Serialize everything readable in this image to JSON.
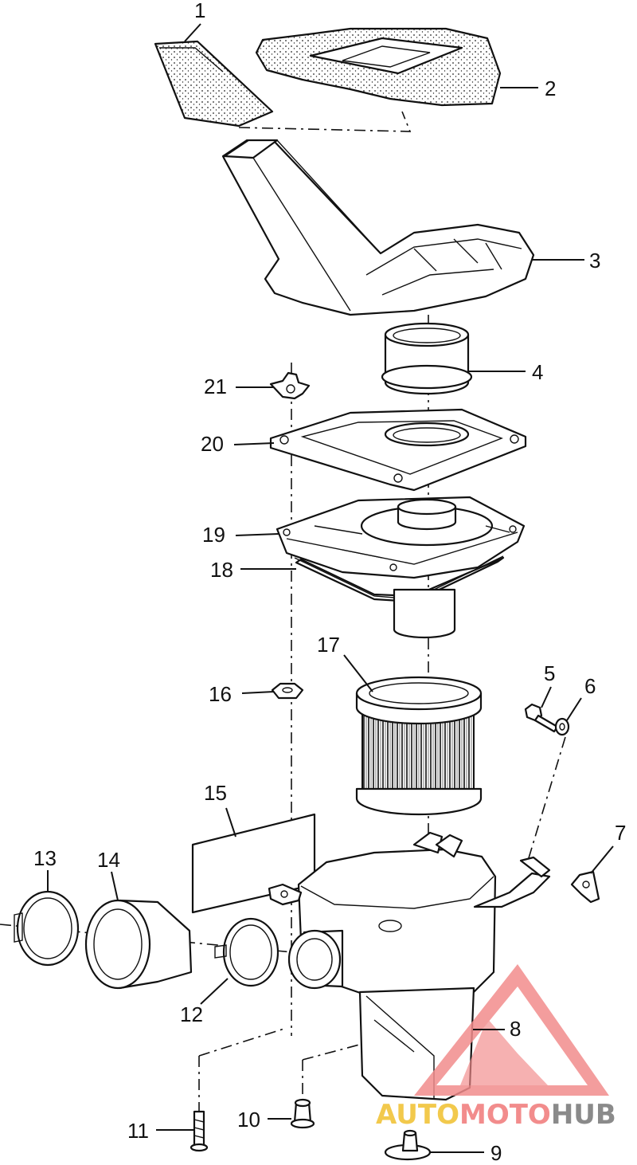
{
  "diagram": {
    "callouts": [
      {
        "id": "1",
        "label": "1"
      },
      {
        "id": "2",
        "label": "2"
      },
      {
        "id": "3",
        "label": "3"
      },
      {
        "id": "4",
        "label": "4"
      },
      {
        "id": "5",
        "label": "5"
      },
      {
        "id": "6",
        "label": "6"
      },
      {
        "id": "7",
        "label": "7"
      },
      {
        "id": "8",
        "label": "8"
      },
      {
        "id": "9",
        "label": "9"
      },
      {
        "id": "10",
        "label": "10"
      },
      {
        "id": "11",
        "label": "11"
      },
      {
        "id": "12",
        "label": "12"
      },
      {
        "id": "13",
        "label": "13"
      },
      {
        "id": "14",
        "label": "14"
      },
      {
        "id": "15",
        "label": "15"
      },
      {
        "id": "16",
        "label": "16"
      },
      {
        "id": "17",
        "label": "17"
      },
      {
        "id": "18",
        "label": "18"
      },
      {
        "id": "19",
        "label": "19"
      },
      {
        "id": "20",
        "label": "20"
      },
      {
        "id": "21",
        "label": "21"
      }
    ]
  },
  "watermark": {
    "part1": "AUTO",
    "part2": "MOTO",
    "part3": "HUB",
    "colors": {
      "auto": "#f2c94c",
      "moto": "#f28c8c",
      "hub": "#8a8a8a",
      "triangle": "#f28c8c"
    }
  }
}
